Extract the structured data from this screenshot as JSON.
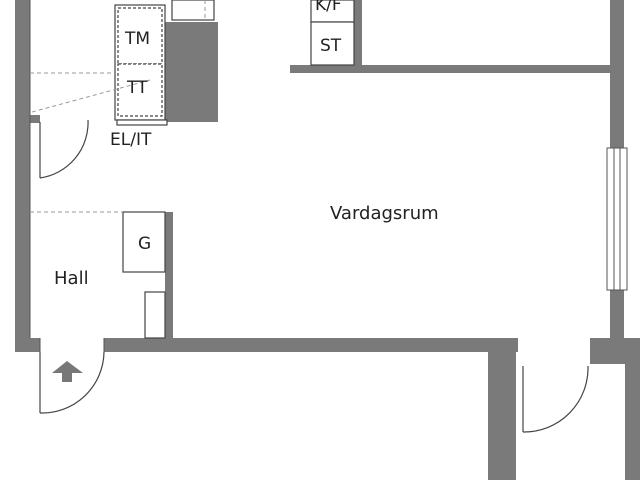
{
  "floorplan": {
    "rooms": {
      "living": "Vardagsrum",
      "hall": "Hall"
    },
    "fixtures": {
      "kf": "K/F",
      "st": "ST",
      "tm": "TM",
      "tt": "TT",
      "el_it": "EL/IT",
      "g": "G"
    },
    "entrance_arrow_icon": "entrance-arrow-icon",
    "colors": {
      "wall": "#7a7a7a",
      "line": "#555555",
      "dashed": "#9a9a9a",
      "text": "#222222"
    }
  }
}
